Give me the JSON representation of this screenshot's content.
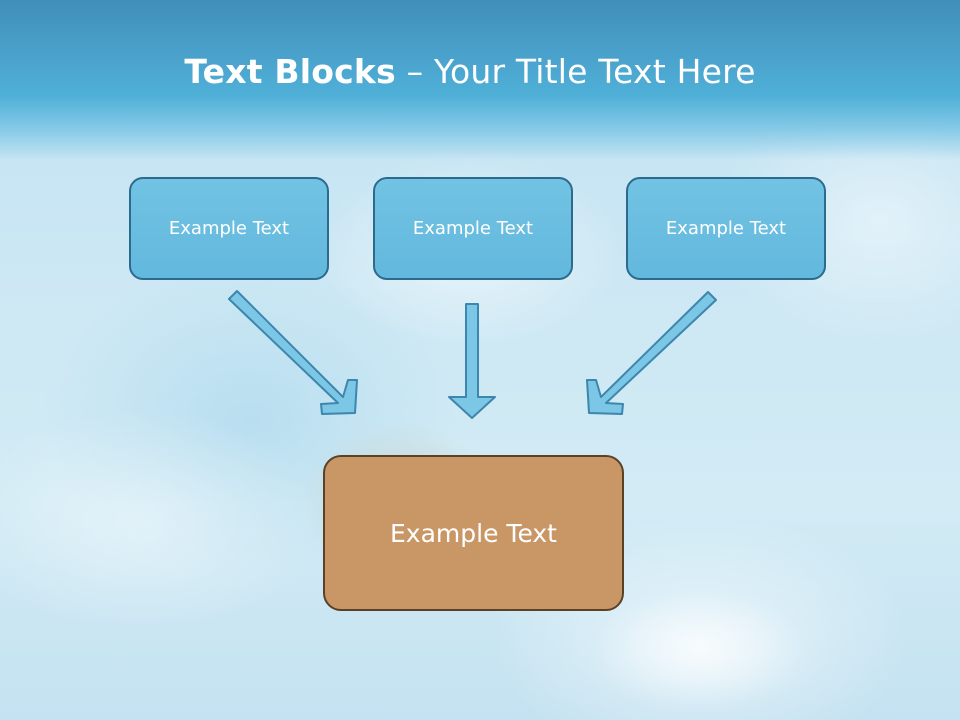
{
  "slide": {
    "title_bold": "Text Blocks",
    "title_rest": " – Your Title Text Here"
  },
  "blocks": {
    "top": [
      {
        "label": "Example Text"
      },
      {
        "label": "Example Text"
      },
      {
        "label": "Example Text"
      }
    ],
    "center": {
      "label": "Example Text"
    }
  },
  "colors": {
    "title_bar": "#4aa2cc",
    "top_box_fill": "#6cbfe1",
    "top_box_border": "#2c6a8e",
    "center_box_fill": "#c99766",
    "center_box_border": "#5a4128",
    "arrow_fill": "#7cc6e6",
    "arrow_stroke": "#3d86ad"
  },
  "icons": {
    "arrow": "down-arrow-icon"
  }
}
